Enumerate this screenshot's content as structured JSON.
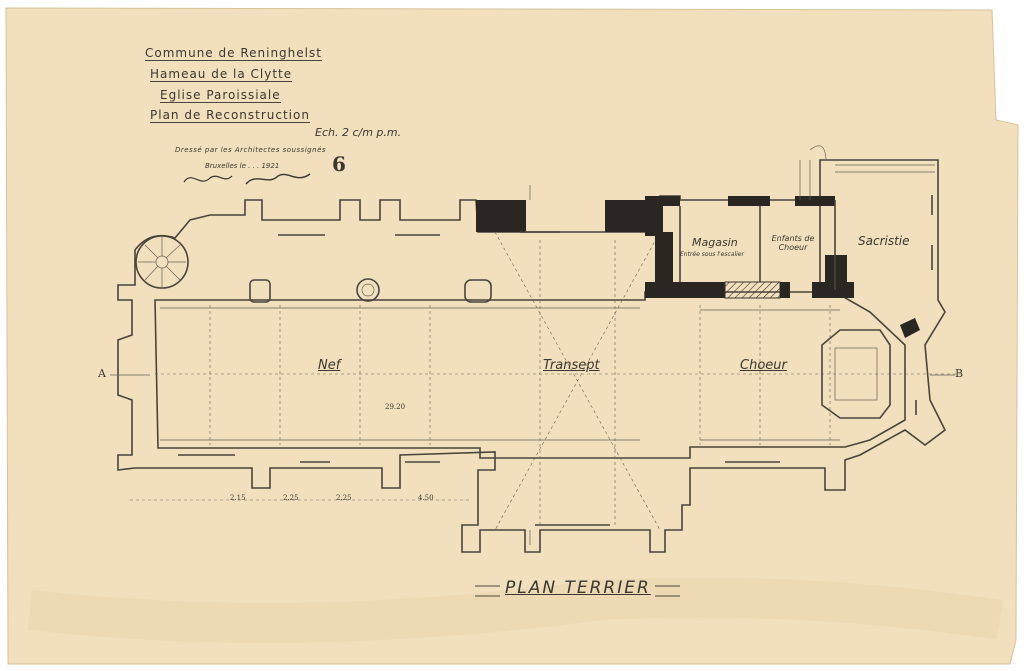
{
  "header": {
    "lines": [
      "Commune de Reninghelst",
      "Hameau de la Clytte",
      "Eglise Paroissiale",
      "Plan de Reconstruction"
    ],
    "scale": "Ech. 2 c/m p.m.",
    "credit": "Dressé par les Architectes soussignés",
    "place_date": "Bruxelles le . . . 1921",
    "sheet_number": "6"
  },
  "rooms": {
    "nave": "Nef",
    "transept": "Transept",
    "choir": "Choeur",
    "store": "Magasin",
    "store_note": "Entrée sous l'escalier",
    "choir_children": "Enfants de Choeur",
    "sacristy": "Sacristie"
  },
  "section_marks": {
    "left": "A",
    "right": "B"
  },
  "dimensions": [
    "29.20",
    "2.15",
    "2.25",
    "2.25",
    "4.50"
  ],
  "footer_title": "Plan Terrier",
  "colors": {
    "paper": "#f1dfbd",
    "ink": "#4b443b",
    "wall": "#2a2622"
  }
}
